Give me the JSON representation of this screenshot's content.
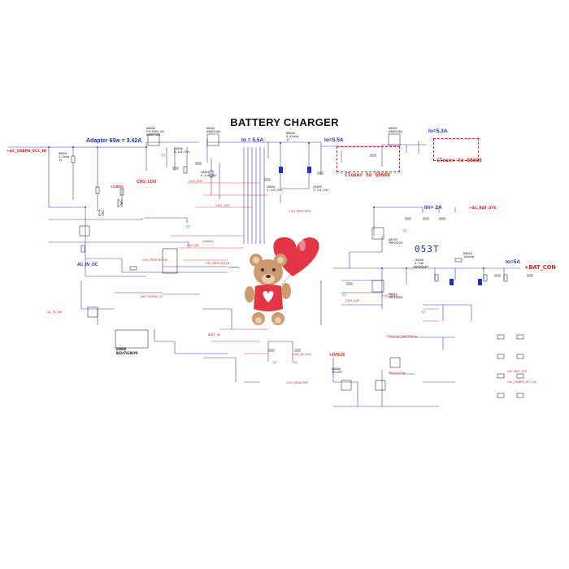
{
  "title": "BATTERY CHARGER",
  "annotations": {
    "adapter": "Adapter 65w = 3.42A",
    "io_55a_1": "Io = 5.5A",
    "io_55a_2": "Io=5.5A",
    "io_53a": "Io=5.3A",
    "iin_2a": "Iin= 2A",
    "io_5a": "Io=5A",
    "code_053t": "053T",
    "v1": "+1.8VO",
    "chg_ldo": "CHG_LDO",
    "ac_in_oc": "AC_IN_OC",
    "plus3vsus": "+3VSUS"
  },
  "power_nets": {
    "ac_usbpd_vcc_in": "+AC_USBPD_VCC_IN",
    "ac_bat_sys": "+AC_BAT_SYS",
    "bat_con": "+BAT_CON"
  },
  "closer_labels": [
    "Closer to Q8600",
    "Closer to Q8600"
  ],
  "nets": {
    "chg_ldo_net": "CHG_LDO",
    "chg_procvr": "CHG_PROCHOT#",
    "chg_ovp": "CHG_OVP",
    "chg_bg": "CHG_BG",
    "chg_procvre": "CHG_PROCVRE",
    "chg_vreg": "CHG_VREG",
    "chg_ilim": "CHG_ILIM",
    "bat_learn": "BAT_LEARN_OE",
    "ac_in_sw": "AC_IN_SW",
    "gpios_ac_battery": "GPIOS_AC_BATTERY#",
    "prochot": "PROCHOT#",
    "chg_in_vcc": "CHG_IN_VCC",
    "chg_sensorp": "CHG_SENSORP",
    "chg_prochot_sw": "CHG_PROCHOT#",
    "batt_in": "BATT_IN",
    "ac_usbpd_vcc_in_l": "+AC_USBPD_VCC_IN",
    "ac_bat_sys_l": "+AC_BAT_SYS"
  },
  "ic": {
    "ref": "U8600",
    "part": "BQ24781RUYR"
  },
  "parts": [
    {
      "ref": "Q8600",
      "desc": "FSS3904 Q8\nAON6246A"
    },
    {
      "ref": "Q8601",
      "desc": "AON6246A"
    },
    {
      "ref": "Q8602",
      "desc": "AON6246A"
    },
    {
      "ref": "R8600",
      "desc": "0.01ohm\n1%"
    },
    {
      "ref": "R8601",
      "desc": "2.2ohm\n1%"
    },
    {
      "ref": "C8600",
      "desc": "0.1uF/25V"
    },
    {
      "ref": "C8601",
      "desc": "0.1uF/25V"
    },
    {
      "ref": "C8602",
      "desc": "4.7uF/25V"
    },
    {
      "ref": "C8603",
      "desc": "4.7uF/25V"
    },
    {
      "ref": "L8600",
      "desc": "4.7uH\nhulk3.0x"
    },
    {
      "ref": "R8610",
      "desc": "10mohm"
    },
    {
      "ref": "Q8610",
      "desc": "PMP20223"
    },
    {
      "ref": "Q8611",
      "desc": "PMP20223"
    },
    {
      "ref": "D8600",
      "desc": "TPC2RT"
    }
  ],
  "colors": {
    "wire": "#3a3ad0",
    "net_label": "#d42020",
    "component": "#111111",
    "power_text": "#e0201c",
    "blue_annotation": "#1a2fd0",
    "watermark_red": "#e02030",
    "watermark_bear": "#c89060"
  },
  "watermark": {
    "kind": "teddy bear holding heart balloon",
    "icon": "teddy-bear-heart-watermark"
  }
}
